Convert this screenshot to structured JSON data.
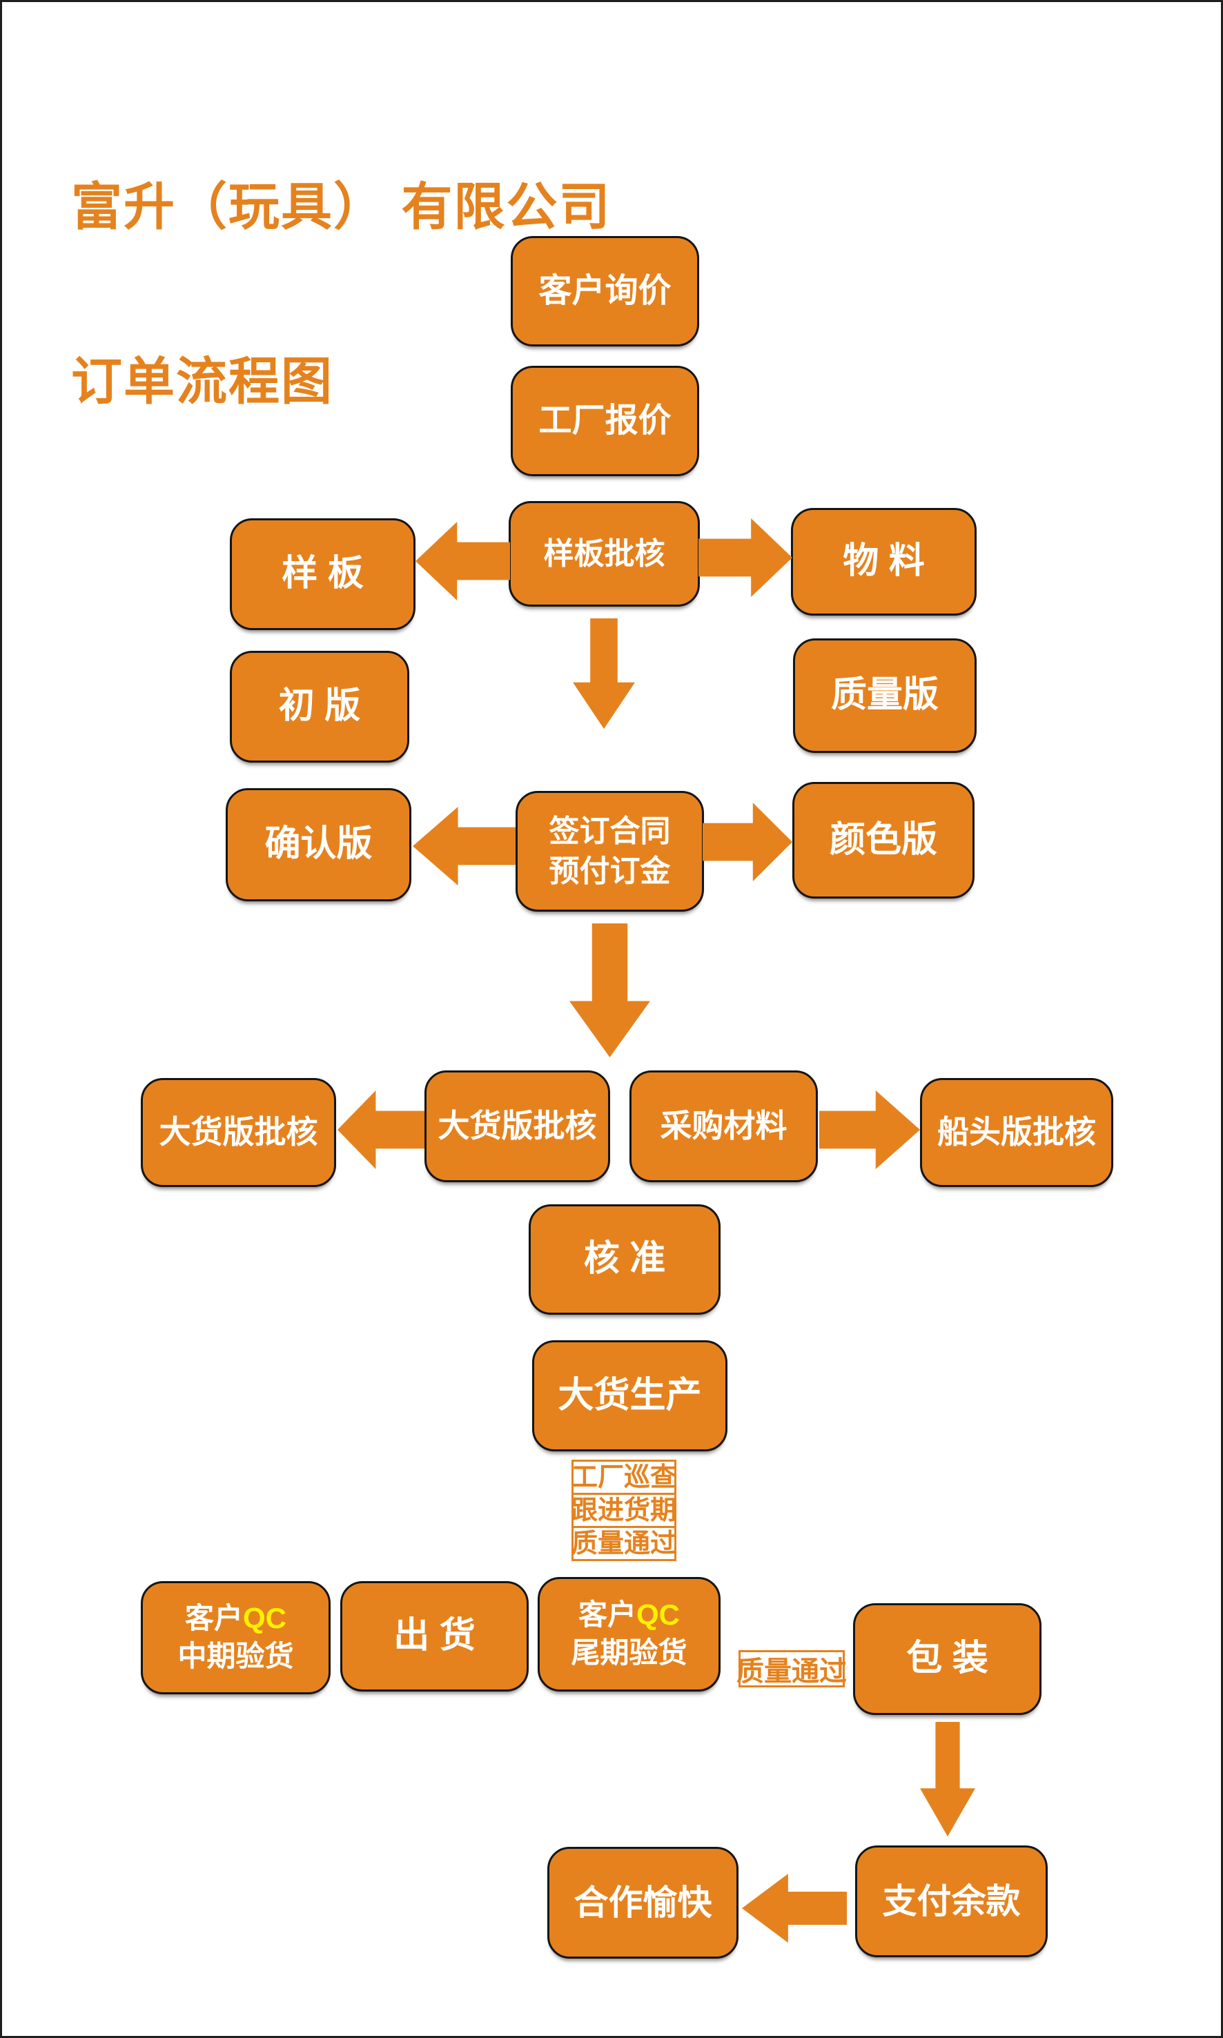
{
  "title": {
    "line1": "富升（玩具） 有限公司",
    "line2": "订单流程图"
  },
  "colors": {
    "accent_orange": "#E5821E",
    "box_border": "#151515",
    "box_text": "#FFFFFF",
    "qc_yellow": "#FFF100",
    "background": "#FFFFFF"
  },
  "nodes": {
    "inquiry": "客户询价",
    "quote": "工厂报价",
    "sample_approval": "样板批核",
    "sample": "样 板",
    "materials": "物 料",
    "initial_version": "初 版",
    "quality_version": "质量版",
    "confirm_version": "确认版",
    "contract_line1": "签订合同",
    "contract_line2": "预付订金",
    "color_version": "颜色版",
    "bulk_approval_left": "大货版批核",
    "bulk_approval_center": "大货版批核",
    "purchase_materials": "采购材料",
    "shipping_approval": "船头版批核",
    "approval": "核 准",
    "bulk_production": "大货生产",
    "shipment": "出 货",
    "packaging": "包 装",
    "pay_balance": "支付余款",
    "happy_cooperation": "合作愉快"
  },
  "qc_mid": {
    "prefix": "客户",
    "qc": "QC",
    "line2": "中期验货"
  },
  "qc_final": {
    "prefix": "客户",
    "qc": "QC",
    "line2": "尾期验货"
  },
  "checklist": [
    "工厂巡查",
    "跟进货期",
    "质量通过"
  ],
  "quality_pass_tag": "质量通过"
}
